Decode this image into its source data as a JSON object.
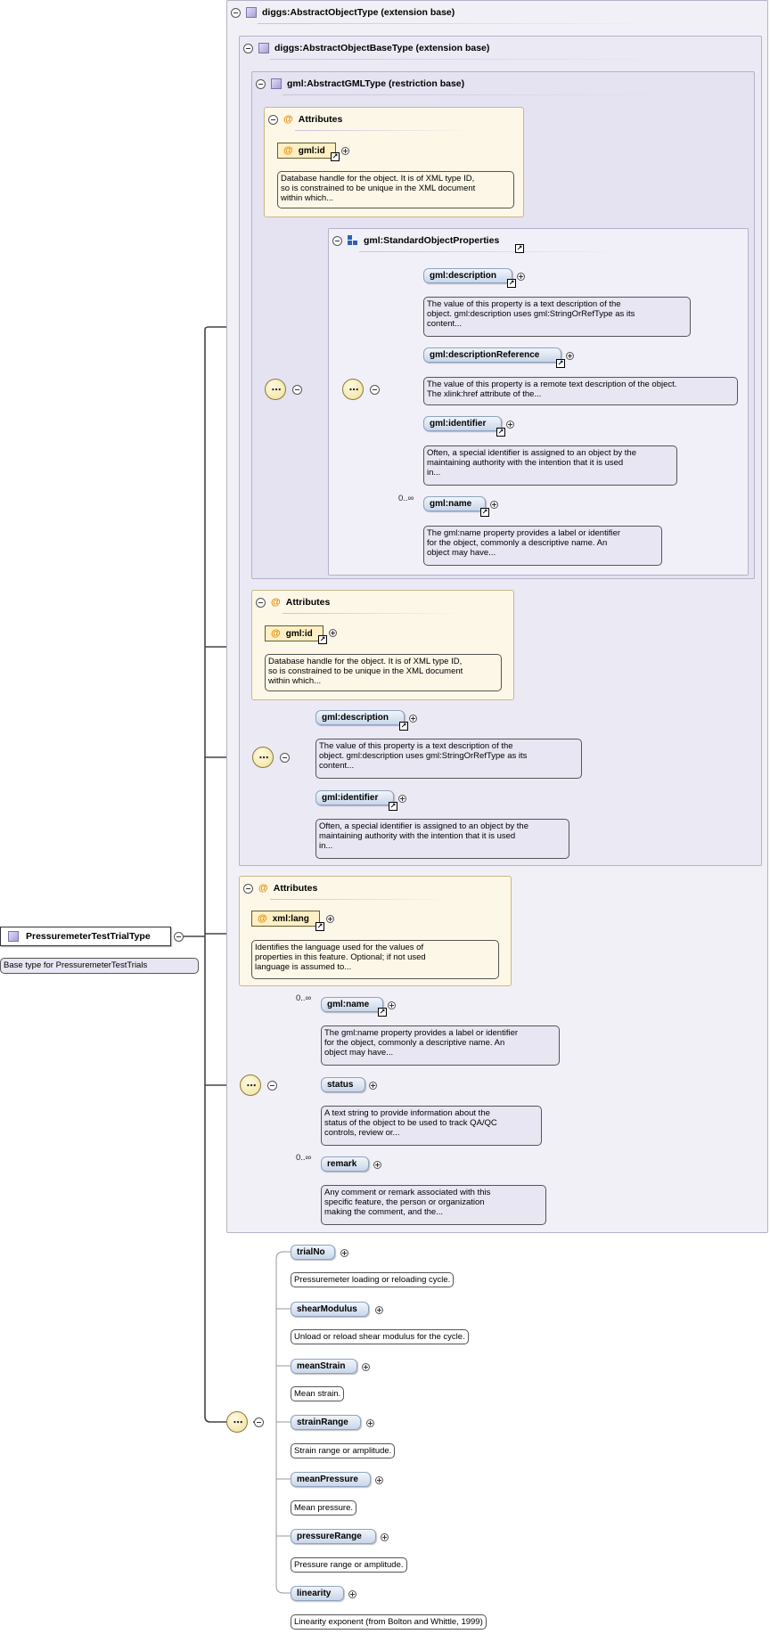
{
  "root": {
    "label": "PressuremeterTestTrialType",
    "doc": "Base type for PressuremeterTestTrials"
  },
  "types": {
    "abstract_object": "diggs:AbstractObjectType (extension base)",
    "abstract_object_base": "diggs:AbstractObjectBaseType (extension base)",
    "abstract_gml": "gml:AbstractGMLType (restriction base)",
    "standard_props": "gml:StandardObjectProperties"
  },
  "attributes_label": "Attributes",
  "gml_types": {
    "id_attr": "gml:id",
    "id_doc": "Database handle for the object. It is of XML type ID,\nso is constrained to be unique in the XML document\nwithin which...",
    "description": "gml:description",
    "description_doc": "The value of this property is a text description of the\nobject. gml:description uses gml:StringOrRefType as its\ncontent...",
    "description_reference": "gml:descriptionReference",
    "description_reference_doc": "The value of this property is a remote text description of the object.\nThe xlink:href attribute of the...",
    "identifier": "gml:identifier",
    "identifier_doc": "Often, a special identifier is assigned to an object by the\nmaintaining authority with the intention that it is used\nin...",
    "name": "gml:name",
    "name_doc": "The gml:name property provides a label or identifier\nfor the object, commonly a descriptive name. An\nobject may have..."
  },
  "base_object": {
    "lang_attr": "xml:lang",
    "lang_doc": "Identifies the language used for the values of\nproperties in this feature. Optional; if not used\nlanguage is assumed to...",
    "status": "status",
    "status_doc": "A text string to provide information about the\nstatus of the object to be used to track QA/QC\ncontrols, review or...",
    "remark": "remark",
    "remark_doc": "Any comment or remark associated with this\nspecific feature, the person or organization\nmaking the comment, and the..."
  },
  "cardinality": "0..∞",
  "trial_elements": [
    {
      "name": "trialNo",
      "doc": "Pressuremeter loading or reloading cycle."
    },
    {
      "name": "shearModulus",
      "doc": "Unload or reload shear modulus for the cycle."
    },
    {
      "name": "meanStrain",
      "doc": "Mean strain."
    },
    {
      "name": "strainRange",
      "doc": "Strain range or amplitude."
    },
    {
      "name": "meanPressure",
      "doc": "Mean pressure."
    },
    {
      "name": "pressureRange",
      "doc": "Pressure range or amplitude."
    },
    {
      "name": "linearity",
      "doc": "Linearity exponent (from Bolton and Whittle, 1999)"
    }
  ]
}
